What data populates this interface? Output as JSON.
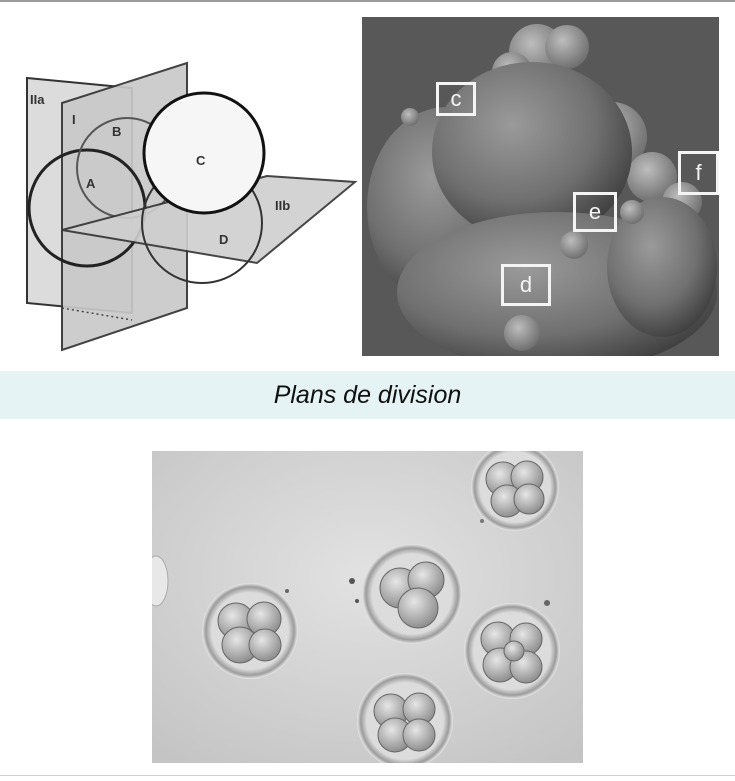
{
  "diagram": {
    "labels": {
      "plane_2a": "IIa",
      "plane_1": "I",
      "plane_2b": "IIb",
      "cell_a": "A",
      "cell_b": "B",
      "cell_c": "C",
      "cell_d": "D"
    }
  },
  "sem_photo": {
    "labels": {
      "c": "c",
      "d": "d",
      "e": "e",
      "f": "f"
    }
  },
  "caption": {
    "text": "Plans de division"
  }
}
